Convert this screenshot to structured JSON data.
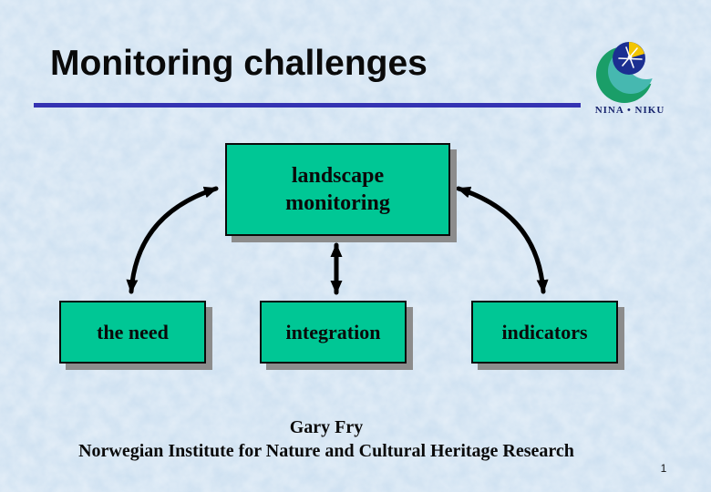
{
  "slide": {
    "title": "Monitoring challenges",
    "page_number": "1"
  },
  "logo": {
    "text": "NINA • NIKU",
    "colors": {
      "crescent_outer": "#1a9e68",
      "crescent_inner": "#46b8b0",
      "globe": "#1b2f91",
      "globe_wedge": "#f2c500",
      "text": "#17246e"
    }
  },
  "diagram": {
    "nodes": [
      {
        "id": "landscape-monitoring",
        "lines": [
          "landscape",
          "monitoring"
        ],
        "label": "landscape monitoring"
      },
      {
        "id": "the-need",
        "label": "the need"
      },
      {
        "id": "integration",
        "label": "integration"
      },
      {
        "id": "indicators",
        "label": "indicators"
      }
    ],
    "connectors": [
      {
        "from": "the need",
        "to": "landscape monitoring",
        "shape": "curved",
        "double_headed": true
      },
      {
        "from": "integration",
        "to": "landscape monitoring",
        "shape": "straight",
        "double_headed": true
      },
      {
        "from": "indicators",
        "to": "landscape monitoring",
        "shape": "curved",
        "double_headed": true
      }
    ]
  },
  "footer": {
    "line1": "Gary Fry",
    "line2": "Norwegian Institute for Nature and Cultural Heritage Research"
  },
  "colors": {
    "bg_base": "#c9ddef",
    "box_fill": "#00c795",
    "shadow": "#8c8c8c",
    "underline": "#3433b2",
    "text": "#0a0a0a",
    "logo_text": "#17246e"
  }
}
